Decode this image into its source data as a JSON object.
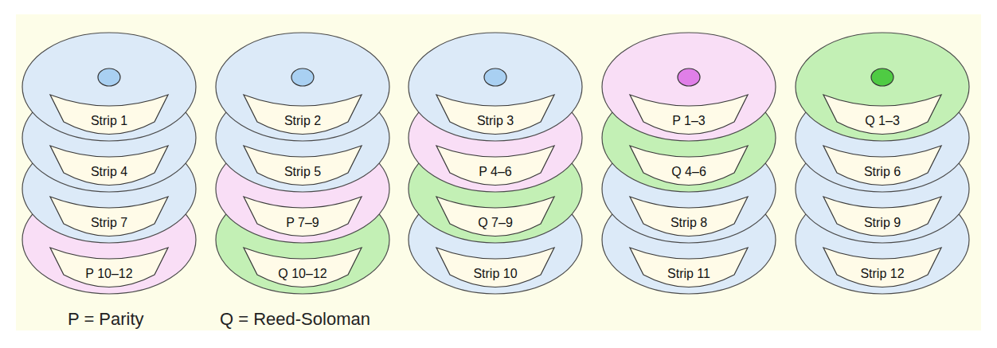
{
  "diagram": {
    "nodes": [
      {
        "text": [
          "Strip 1"
        ]
      },
      {
        "text": [
          "Strip 2"
        ]
      },
      {
        "text": [
          "Strip 3"
        ]
      },
      {
        "text": [
          "P 1–3"
        ]
      },
      {
        "text": [
          "Q 1–3"
        ]
      },
      {
        "text": [
          "Strip 4"
        ]
      },
      {
        "text": [
          "Strip 5"
        ]
      },
      {
        "text": [
          "P 4–6"
        ]
      },
      {
        "text": [
          "Q 4–6"
        ]
      },
      {
        "text": [
          "Strip 6"
        ]
      },
      {
        "text": [
          "Strip 7"
        ]
      },
      {
        "text": [
          "P 7–9"
        ]
      },
      {
        "text": [
          "Q 7–9"
        ]
      },
      {
        "text": [
          "Strip 8"
        ]
      },
      {
        "text": [
          "Strip 9"
        ]
      },
      {
        "text": [
          "P 10–12"
        ]
      },
      {
        "text": [
          "Q 10–12"
        ]
      },
      {
        "text": [
          "Strip 10"
        ]
      },
      {
        "text": [
          "Strip 11"
        ]
      },
      {
        "text": [
          "Strip 12"
        ]
      }
    ],
    "labels": [
      "P = Parity",
      "Q = Reed-Soloman"
    ]
  }
}
